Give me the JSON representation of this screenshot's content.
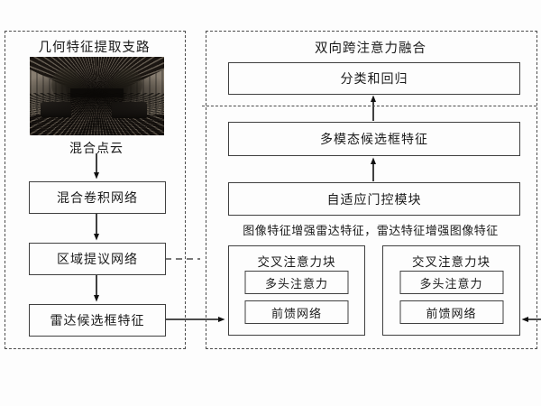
{
  "palette": {
    "background": "#fdfdfd",
    "box_border": "#404040",
    "dashed_border": "#4d4d4d",
    "arrow": "#111111",
    "text": "#1a1a1a"
  },
  "left_branch": {
    "title": "几何特征提取支路",
    "image_caption": "混合点云",
    "nodes": [
      {
        "label": "混合卷积网络"
      },
      {
        "label": "区域提议网络"
      },
      {
        "label": "雷达候选框特征"
      }
    ]
  },
  "right_branch": {
    "title": "双向跨注意力融合",
    "classification_node": "分类和回归",
    "multimodal_node": "多模态候选框特征",
    "gating_node": "自适应门控模块",
    "enhancement_caption": "图像特征增强雷达特征，雷达特征增强图像特征",
    "attention_block_left": {
      "title": "交叉注意力块",
      "attention_label": "多头注意力",
      "ffn_label": "前馈网络"
    },
    "attention_block_right": {
      "title": "交叉注意力块",
      "attention_label": "多头注意力",
      "ffn_label": "前馈网络"
    }
  }
}
